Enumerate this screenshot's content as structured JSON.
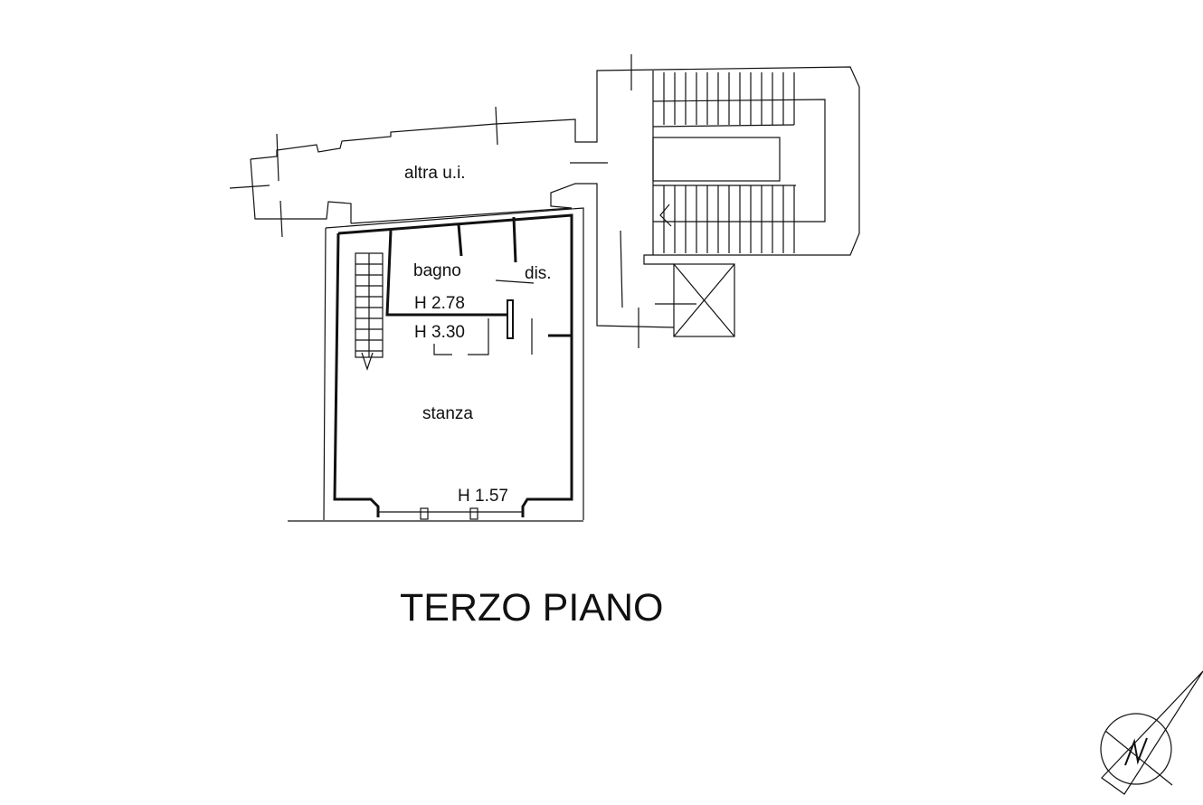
{
  "plan": {
    "title": "TERZO PIANO",
    "rooms": {
      "other_unit": "altra u.i.",
      "bathroom": "bagno",
      "hallway": "dis.",
      "room": "stanza"
    },
    "heights": {
      "bathroom": "H 2.78",
      "room_upper": "H 3.30",
      "room_lower": "H 1.57"
    },
    "north_label": "N"
  }
}
